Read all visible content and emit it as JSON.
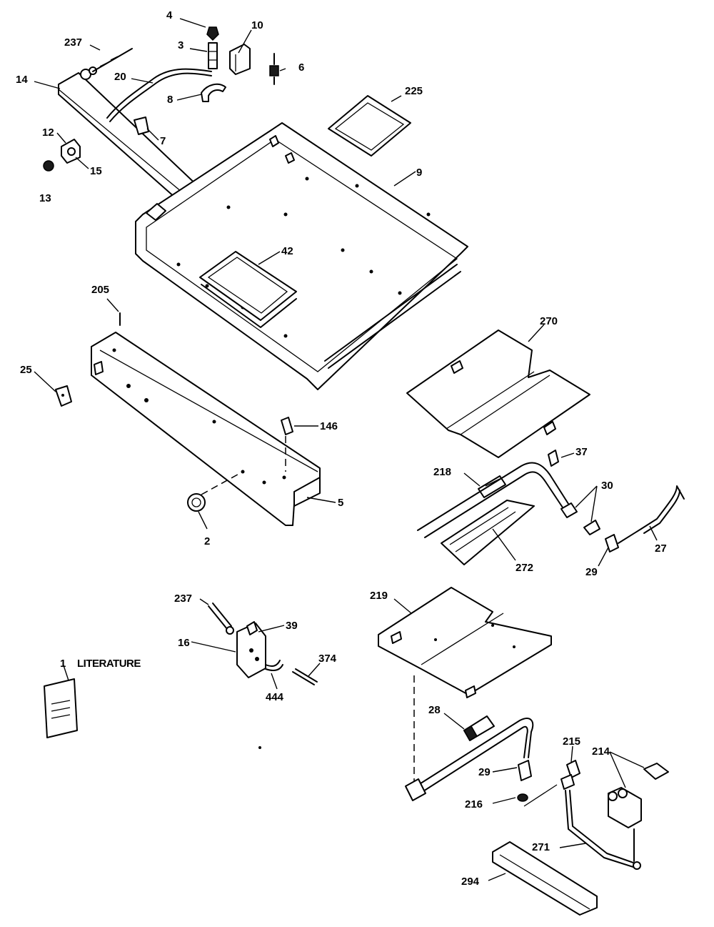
{
  "diagram": {
    "literature_label": "LITERATURE",
    "callouts": {
      "p4": "4",
      "p10": "10",
      "p237_top": "237",
      "p3": "3",
      "p6": "6",
      "p14": "14",
      "p20": "20",
      "p8": "8",
      "p225": "225",
      "p7": "7",
      "p12": "12",
      "p15": "15",
      "p13": "13",
      "p9": "9",
      "p42": "42",
      "p205": "205",
      "p270": "270",
      "p25": "25",
      "p146": "146",
      "p5": "5",
      "p2": "2",
      "p37": "37",
      "p218": "218",
      "p30": "30",
      "p272": "272",
      "p29_right": "29",
      "p27": "27",
      "p237_mid": "237",
      "p39": "39",
      "p16": "16",
      "p374": "374",
      "p444": "444",
      "p1": "1",
      "p219": "219",
      "p28": "28",
      "p215": "215",
      "p214": "214",
      "p29_lower": "29",
      "p216": "216",
      "p271": "271",
      "p294": "294"
    }
  }
}
